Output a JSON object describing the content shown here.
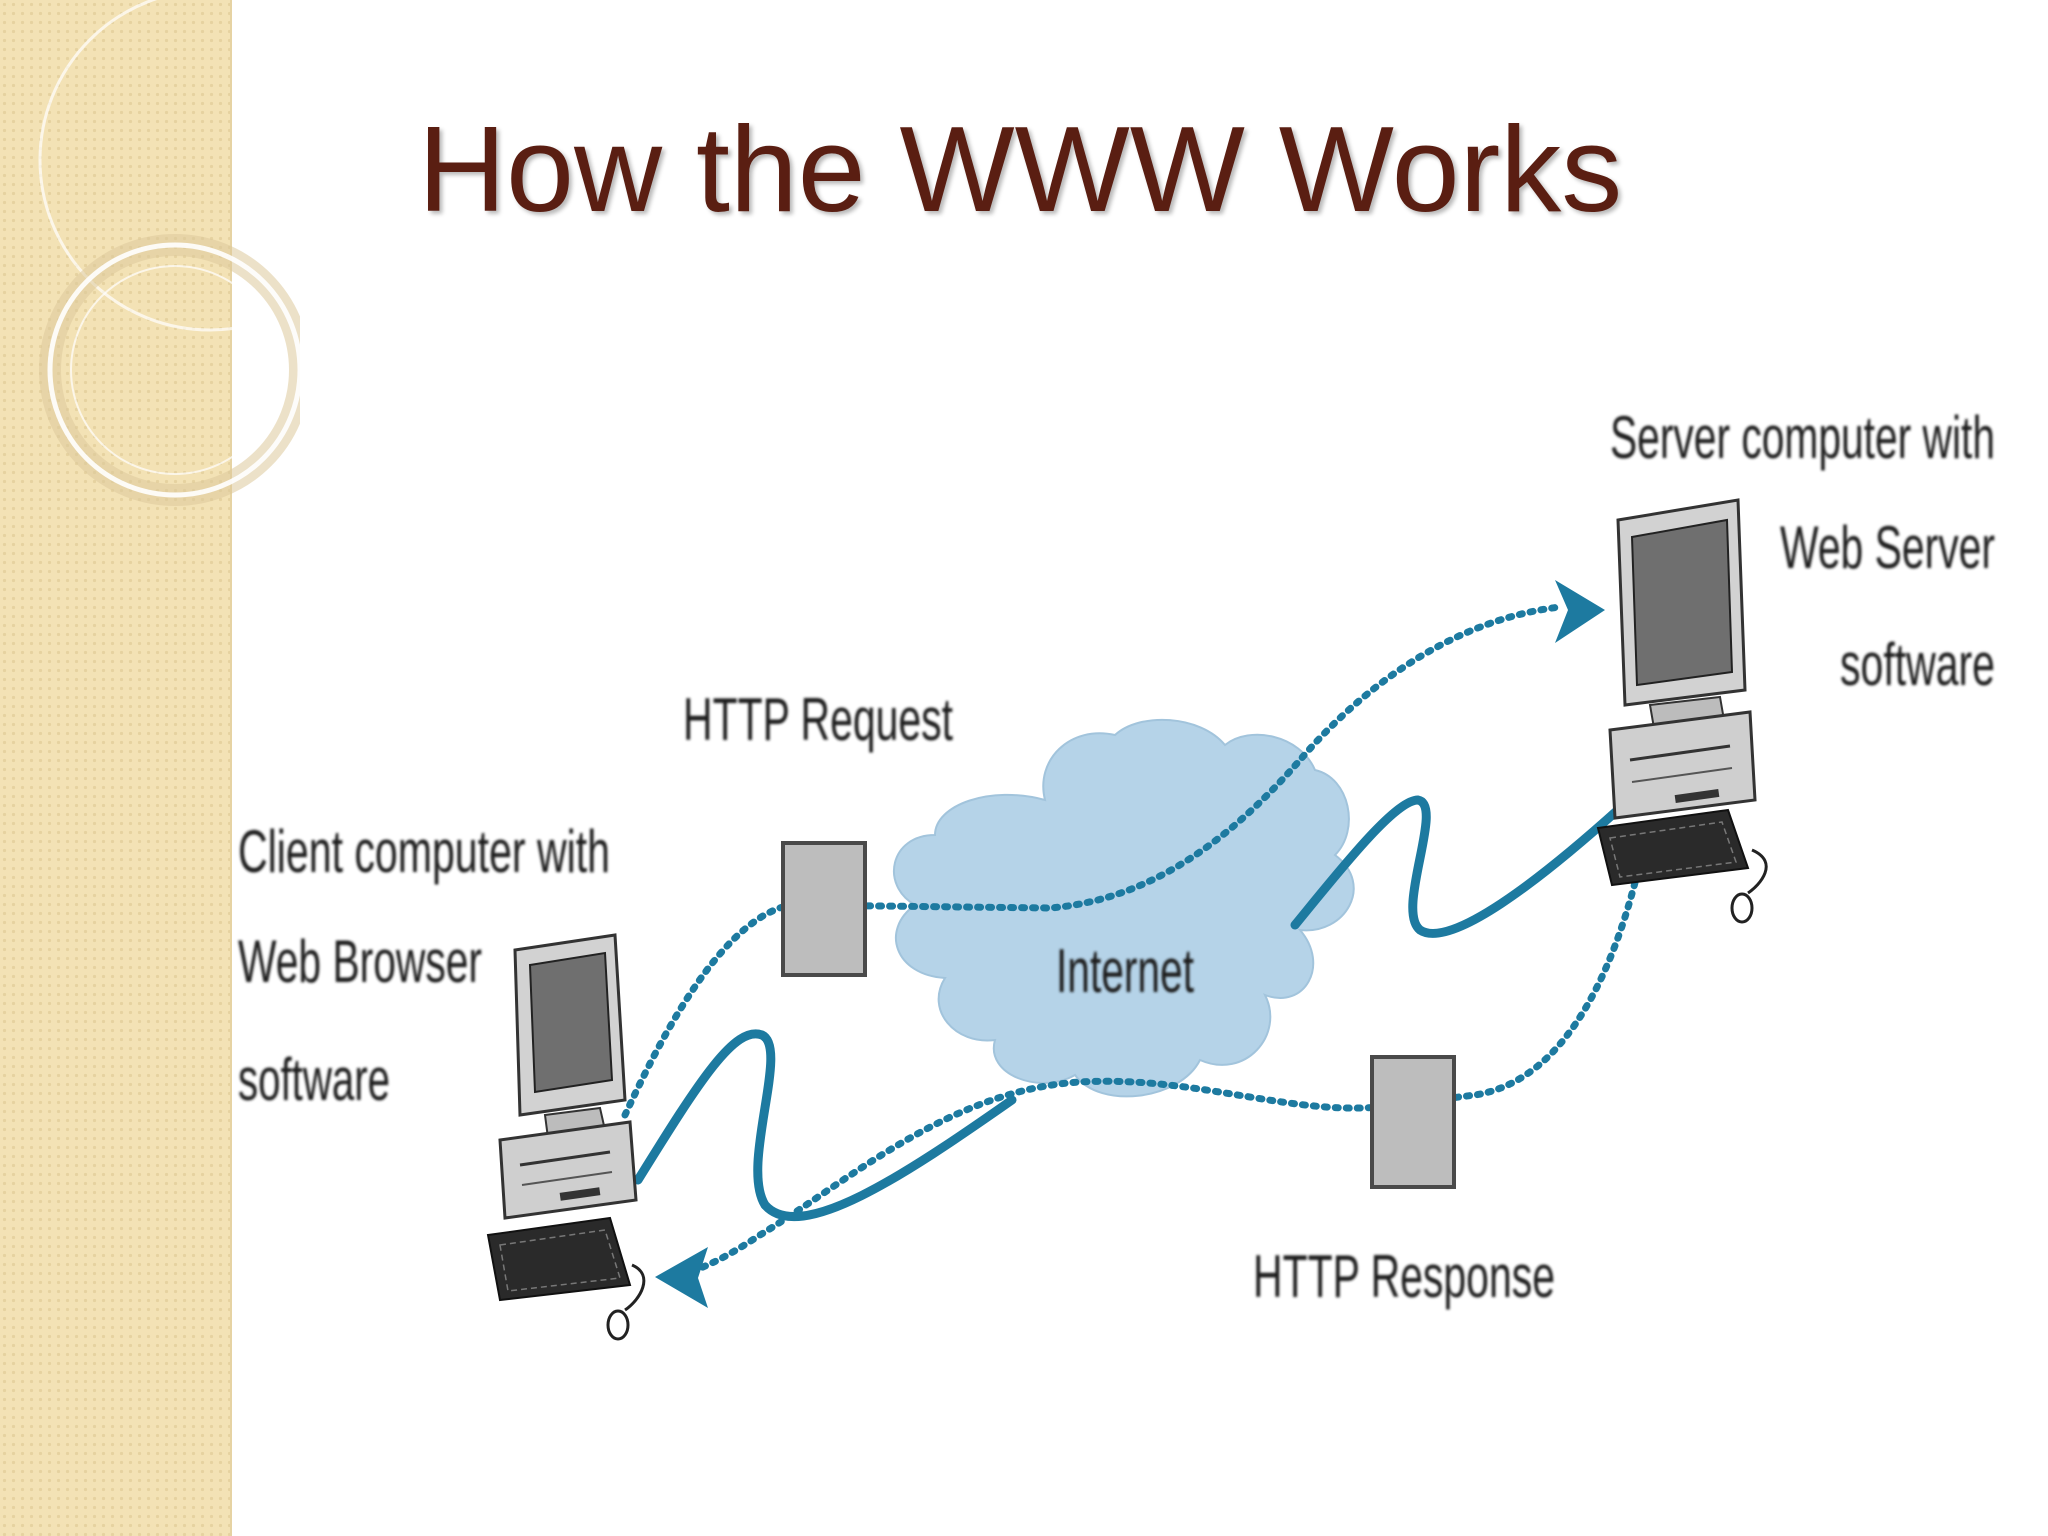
{
  "slide": {
    "title": "How the WWW Works"
  },
  "diagram": {
    "client_label_lines": [
      "Client computer with",
      "Web Browser",
      "software"
    ],
    "server_label_lines": [
      "Server computer with",
      "Web Server",
      "software"
    ],
    "request_label": "HTTP Request",
    "response_label": "HTTP Response",
    "cloud_label": "Internet"
  },
  "colors": {
    "title": "#5a1e12",
    "side_panel": "#f3e2b5",
    "cloud": "#b5d3e8",
    "link": "#1d7aa0",
    "packet": "#bdbdbd",
    "computer_gray": "#c8c8c8"
  },
  "icons": [
    "client-computer-icon",
    "server-computer-icon",
    "request-packet-icon",
    "response-packet-icon",
    "internet-cloud-icon"
  ]
}
